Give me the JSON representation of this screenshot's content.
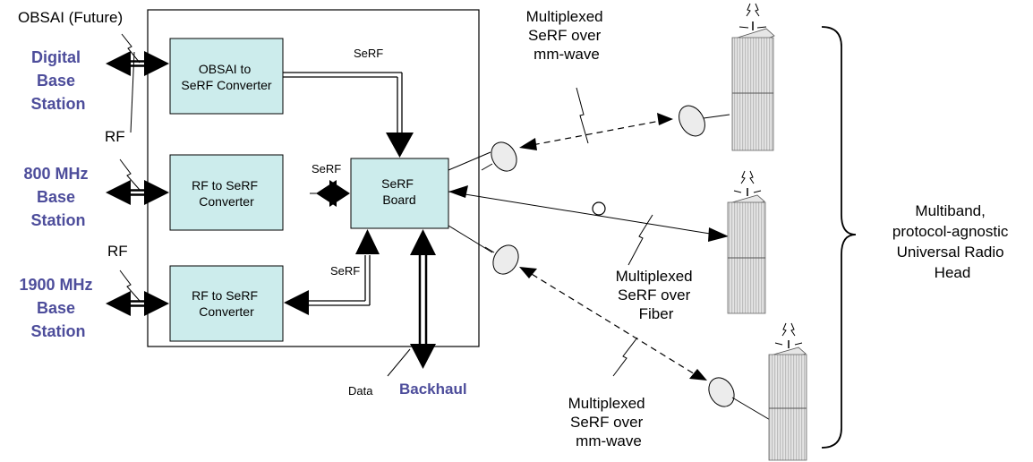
{
  "labels": {
    "obsai_future": "OBSAI (Future)",
    "digital_bs": [
      "Digital",
      "Base",
      "Station"
    ],
    "rf_top": "RF",
    "bs_800": [
      "800 MHz",
      "Base",
      "Station"
    ],
    "rf_bottom": "RF",
    "bs_1900": [
      "1900 MHz",
      "Base",
      "Station"
    ],
    "obsai_conv": [
      "OBSAI to",
      "SeRF Converter"
    ],
    "rf_conv_1": [
      "RF to SeRF",
      "Converter"
    ],
    "rf_conv_2": [
      "RF to SeRF",
      "Converter"
    ],
    "serf_board": [
      "SeRF",
      "Board"
    ],
    "serf_top": "SeRF",
    "serf_mid": "SeRF",
    "serf_bottom": "SeRF",
    "data": "Data",
    "backhaul": "Backhaul",
    "mux_mmwave_top": [
      "Multiplexed",
      "SeRF over",
      "mm-wave"
    ],
    "mux_fiber": [
      "Multiplexed",
      "SeRF over",
      "Fiber"
    ],
    "mux_mmwave_bottom": [
      "Multiplexed",
      "SeRF over",
      "mm-wave"
    ],
    "urh": [
      "Multiband,",
      "protocol-agnostic",
      "Universal Radio",
      "Head"
    ]
  },
  "colors": {
    "base_station_text": "#4d4d9b",
    "converter_fill": "#ccecec",
    "stroke": "#000000"
  }
}
